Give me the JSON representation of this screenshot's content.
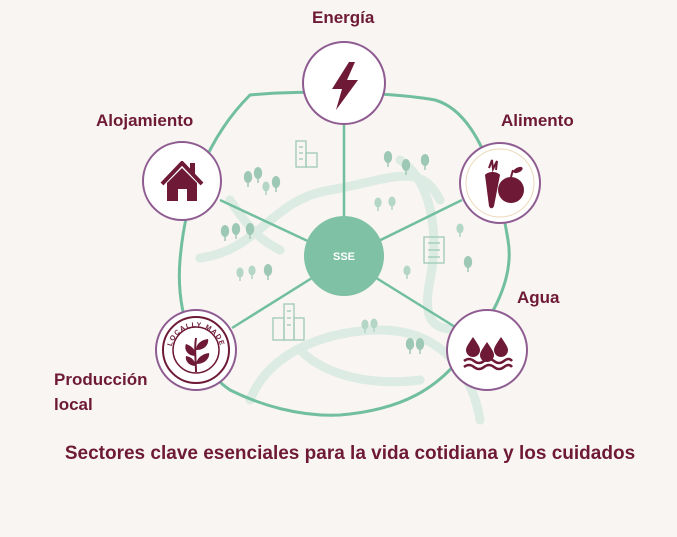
{
  "diagram": {
    "hub": {
      "label": "SSE"
    },
    "sectors": {
      "energia": {
        "label": "Energía",
        "icon": "lightning-bolt-icon"
      },
      "alimento": {
        "label": "Alimento",
        "icon": "carrot-apple-icon"
      },
      "agua": {
        "label": "Agua",
        "icon": "water-drops-icon"
      },
      "produccion": {
        "label": "Producción local",
        "icon": "locally-made-badge-icon"
      },
      "alojamiento": {
        "label": "Alojamiento",
        "icon": "house-icon"
      }
    },
    "badge_text": "LOCALLY MADE",
    "caption": "Sectores clave esenciales para la vida cotidiana y los cuidados"
  },
  "colors": {
    "primary": "#6e1a37",
    "accent_green": "#7fc1a5",
    "line_green": "#6cbd9f",
    "circle_border": "#8f5c91",
    "background": "#f8f5f2"
  }
}
